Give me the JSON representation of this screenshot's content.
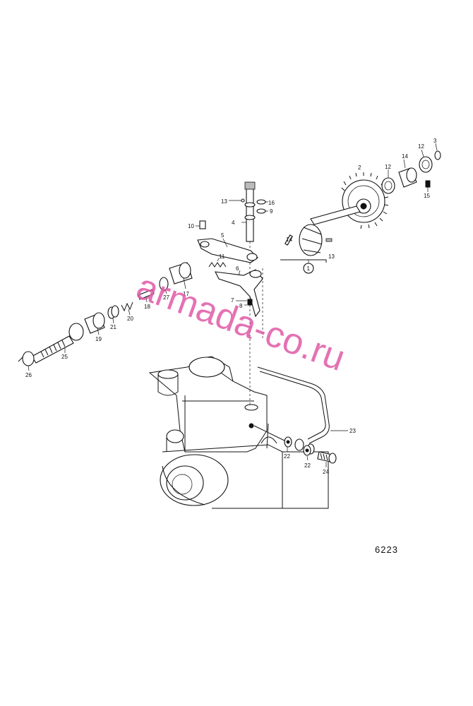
{
  "diagram": {
    "figure_number": "6223",
    "watermark": "armada-co.ru",
    "callouts": [
      {
        "id": "c1",
        "text": "1"
      },
      {
        "id": "c2",
        "text": "2"
      },
      {
        "id": "c3",
        "text": "3"
      },
      {
        "id": "c4",
        "text": "4"
      },
      {
        "id": "c5",
        "text": "5"
      },
      {
        "id": "c6",
        "text": "6"
      },
      {
        "id": "c7",
        "text": "7"
      },
      {
        "id": "c8",
        "text": "8"
      },
      {
        "id": "c9",
        "text": "9"
      },
      {
        "id": "c10",
        "text": "10"
      },
      {
        "id": "c11",
        "text": "11"
      },
      {
        "id": "c12a",
        "text": "12"
      },
      {
        "id": "c12b",
        "text": "12"
      },
      {
        "id": "c13a",
        "text": "13"
      },
      {
        "id": "c13b",
        "text": "13"
      },
      {
        "id": "c14a",
        "text": "14"
      },
      {
        "id": "c14b",
        "text": "14"
      },
      {
        "id": "c15",
        "text": "15"
      },
      {
        "id": "c16",
        "text": "16"
      },
      {
        "id": "c17",
        "text": "17"
      },
      {
        "id": "c18",
        "text": "18"
      },
      {
        "id": "c19",
        "text": "19"
      },
      {
        "id": "c20",
        "text": "20"
      },
      {
        "id": "c21",
        "text": "21"
      },
      {
        "id": "c22a",
        "text": "22"
      },
      {
        "id": "c22b",
        "text": "22"
      },
      {
        "id": "c23",
        "text": "23"
      },
      {
        "id": "c24",
        "text": "24"
      },
      {
        "id": "c25",
        "text": "25"
      },
      {
        "id": "c26",
        "text": "26"
      },
      {
        "id": "c27",
        "text": "27"
      }
    ]
  }
}
